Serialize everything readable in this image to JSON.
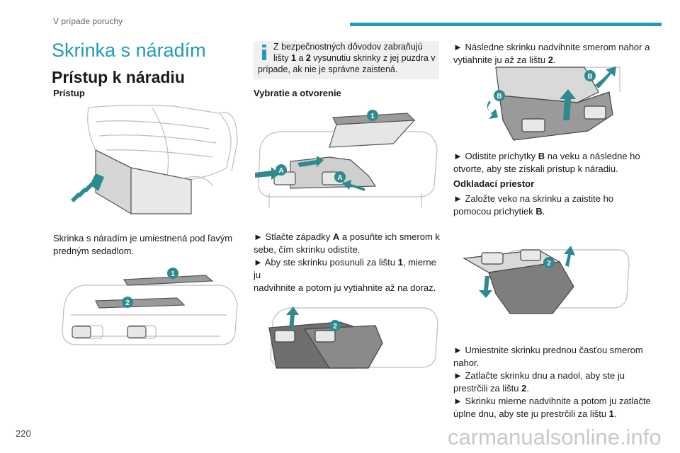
{
  "header": {
    "section": "V prípade poruchy",
    "accent_color": "#1f9bb5"
  },
  "page_number": "220",
  "watermark": "carmanualsonline.info",
  "title": "Skrinka s náradím",
  "subtitle": "Prístup k náradiu",
  "col1": {
    "access_heading": "Prístup",
    "location_text_1": "Skrinka s náradím je umiestnená pod ľavým",
    "location_text_2": "predným sedadlom."
  },
  "note": {
    "line1": "Z bezpečnostných dôvodov zabraňujú",
    "line2_a": "lišty ",
    "line2_b1": "1",
    "line2_c": " a ",
    "line2_b2": "2",
    "line2_d": " vysunutiu skrinky z jej puzdra v",
    "line3": "prípade, ak nie je správne zaistená."
  },
  "col2": {
    "removal_heading": "Vybratie a otvorenie",
    "step1_a": "► Stlačte západky ",
    "step1_b": "A",
    "step1_c": " a posuňte ich smerom k",
    "step1_d": "sebe, čím skrinku odistíte.",
    "step2_a": "► Aby ste skrinku posunuli za lištu ",
    "step2_b": "1",
    "step2_c": ", mierne ju",
    "step2_d": "nadvihnite a potom ju vytiahnite až na doraz."
  },
  "col3": {
    "step3_a": "► Následne skrinku nadvihnite smerom nahor a",
    "step3_b": "vytiahnite ju až za lištu ",
    "step3_c": "2",
    "step3_d": ".",
    "step4_a": "► Odistite príchytky ",
    "step4_b": "B",
    "step4_c": " na veku a následne ho",
    "step4_d": "otvorte, aby ste získali prístup k náradiu.",
    "storage_heading": "Odkladací priestor",
    "step5_a": "► Založte veko na skrinku a zaistite ho",
    "step5_b": "pomocou príchytiek ",
    "step5_c": "B",
    "step5_d": ".",
    "step6_a": "► Umiestnite skrinku prednou časťou smerom",
    "step6_b": "nahor.",
    "step6_c": "► Zatlačte skrinku dnu a nadol, aby ste ju",
    "step6_d": "prestrčili za lištu ",
    "step6_e": "2",
    "step6_f": ".",
    "step7_a": "► Skrinku mierne nadvihnite a potom ju zatlačte",
    "step7_b": "úplne dnu, aby ste ju prestrčili za lištu ",
    "step7_c": "1",
    "step7_d": "."
  },
  "callouts": {
    "one": "1",
    "two": "2",
    "a": "A",
    "b": "B"
  }
}
